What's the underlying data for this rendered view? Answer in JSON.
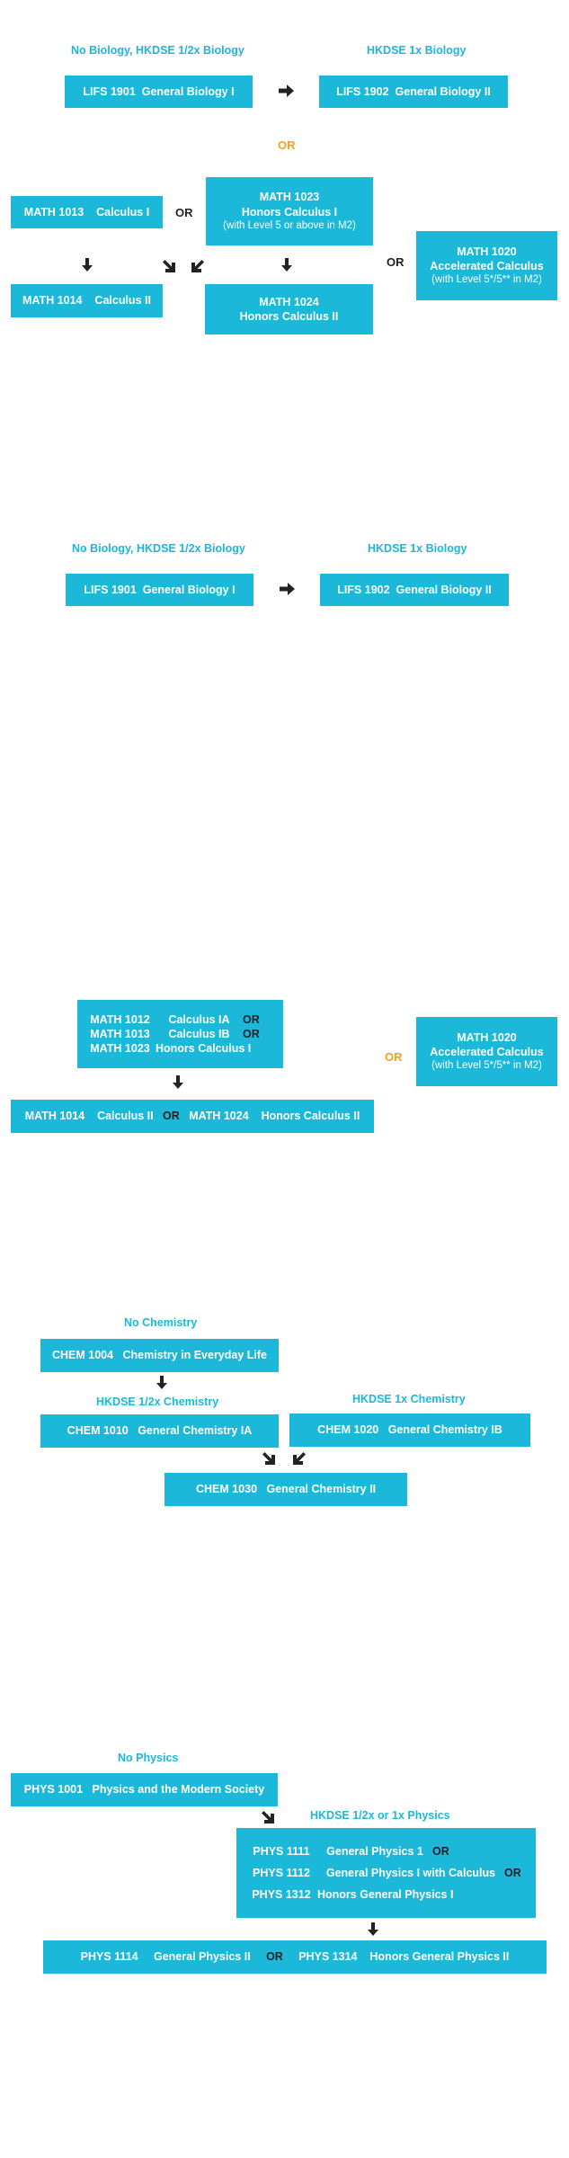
{
  "colors": {
    "box": "#1bb8d9",
    "heading": "#1bb8d9",
    "or_dark": "#222222",
    "or_orange": "#f7a11a",
    "arrow": "#222222"
  },
  "or_label": "OR",
  "bio1": {
    "heading_left": "No Biology, HKDSE 1/2x Biology",
    "heading_right": "HKDSE 1x Biology",
    "lifs1901": {
      "code": "LIFS 1901",
      "title": "General Biology I"
    },
    "lifs1902": {
      "code": "LIFS 1902",
      "title": "General Biology II"
    }
  },
  "math1": {
    "math1013": {
      "code": "MATH 1013",
      "title": "Calculus I"
    },
    "math1023": {
      "line1": "MATH 1023",
      "line2": "Honors Calculus I",
      "line3": "(with Level 5 or above in M2)"
    },
    "math1020": {
      "line1": "MATH 1020",
      "line2": "Accelerated Calculus",
      "line3": "(with Level 5*/5** in M2)"
    },
    "math1014": {
      "code": "MATH 1014",
      "title": "Calculus II"
    },
    "math1024": {
      "line1": "MATH 1024",
      "line2": "Honors Calculus II"
    }
  },
  "bio2": {
    "heading_left": "No Biology, HKDSE 1/2x Biology",
    "heading_right": "HKDSE 1x Biology",
    "lifs1901": {
      "code": "LIFS 1901",
      "title": "General Biology I"
    },
    "lifs1902": {
      "code": "LIFS 1902",
      "title": "General Biology II"
    }
  },
  "math2": {
    "list": [
      {
        "code": "MATH 1012",
        "title": "Calculus IA"
      },
      {
        "code": "MATH 1013",
        "title": "Calculus IB"
      },
      {
        "code": "MATH 1023",
        "title": "Honors Calculus I"
      }
    ],
    "math1020": {
      "line1": "MATH 1020",
      "line2": "Accelerated Calculus",
      "line3": "(with Level 5*/5** in M2)"
    },
    "bottom": {
      "code1": "MATH 1014",
      "title1": "Calculus II",
      "code2": "MATH 1024",
      "title2": "Honors Calculus II"
    }
  },
  "chem": {
    "heading_none": "No Chemistry",
    "chem1004": {
      "code": "CHEM 1004",
      "title": "Chemistry in Everyday Life"
    },
    "heading_half": "HKDSE 1/2x Chemistry",
    "heading_one": "HKDSE 1x Chemistry",
    "chem1010": {
      "code": "CHEM 1010",
      "title": "General Chemistry IA"
    },
    "chem1020": {
      "code": "CHEM 1020",
      "title": "General Chemistry IB"
    },
    "chem1030": {
      "code": "CHEM 1030",
      "title": "General Chemistry II"
    }
  },
  "phys": {
    "heading_none": "No Physics",
    "phys1001": {
      "code": "PHYS 1001",
      "title": "Physics and the Modern Society"
    },
    "heading_half": "HKDSE 1/2x or 1x Physics",
    "list": [
      {
        "code": "PHYS 1111",
        "title": "General Physics 1"
      },
      {
        "code": "PHYS 1112",
        "title": "General Physics I with Calculus"
      },
      {
        "code": "PHYS 1312",
        "title": "Honors General Physics I"
      }
    ],
    "bottom": {
      "code1": "PHYS 1114",
      "title1": "General Physics II",
      "code2": "PHYS 1314",
      "title2": "Honors General Physics II"
    }
  }
}
